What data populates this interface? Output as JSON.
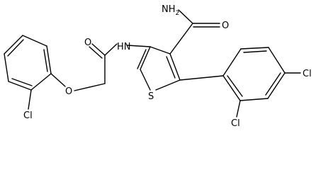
{
  "atoms": {
    "amide_n": "NH",
    "amide_n_sub": "2",
    "carbonyl_o_top": "O",
    "nh_link": "HN",
    "carbonyl_o_left": "O",
    "sulfur": "S",
    "ether_o": "O",
    "cl_left": "Cl",
    "cl_para": "Cl",
    "cl_ortho": "Cl"
  }
}
